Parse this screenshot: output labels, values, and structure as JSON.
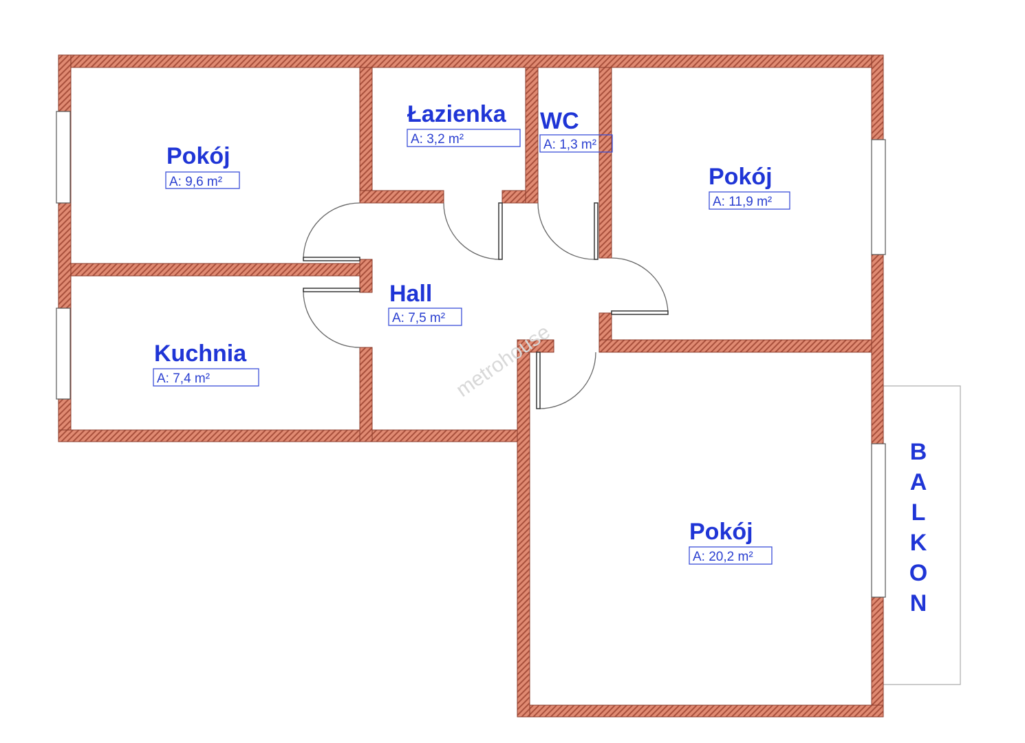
{
  "rooms": [
    {
      "name": "Pokój",
      "area": "A: 9,6 m²"
    },
    {
      "name": "Łazienka",
      "area": "A: 3,2 m²"
    },
    {
      "name": "WC",
      "area": "A: 1,3 m²"
    },
    {
      "name": "Pokój",
      "area": "A: 11,9 m²"
    },
    {
      "name": "Hall",
      "area": "A: 7,5 m²"
    },
    {
      "name": "Kuchnia",
      "area": "A: 7,4 m²"
    },
    {
      "name": "Pokój",
      "area": "A: 20,2 m²"
    }
  ],
  "balcony": {
    "letters": [
      "B",
      "A",
      "L",
      "K",
      "O",
      "N"
    ]
  },
  "watermark": "metrohouse",
  "colors": {
    "wall": "#e08a72",
    "hatch": "#a8503c",
    "text": "#1f35d6"
  }
}
